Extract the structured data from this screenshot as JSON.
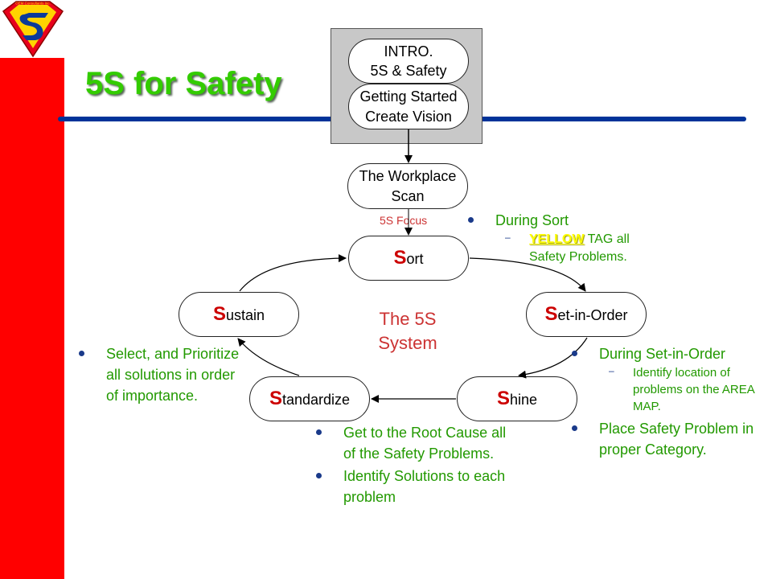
{
  "title": "5S for Safety",
  "logo": {
    "text": "OEM Consultants Inc.",
    "letter": "S",
    "colors": {
      "red": "#e8001c",
      "yellow": "#ffd400",
      "blue": "#0a3a9a"
    }
  },
  "colors": {
    "red_bar": "#ff0000",
    "title": "#33cc00",
    "blue_line": "#003399",
    "bullet_text": "#229900"
  },
  "intro_box": {
    "line1": "INTRO.",
    "line2": "5S & Safety"
  },
  "getting_started": {
    "line1": "Getting Started",
    "line2": "Create Vision"
  },
  "workplace_scan": {
    "line1": "The Workplace",
    "line2": "Scan"
  },
  "focus_label": "5S Focus",
  "center_title": {
    "line1": "The 5S",
    "line2": "System"
  },
  "steps": {
    "sort": {
      "cap": "S",
      "rest": "ort"
    },
    "set_in_order": {
      "cap": "S",
      "rest": "et-in-Order"
    },
    "shine": {
      "cap": "S",
      "rest": "hine"
    },
    "standardize": {
      "cap": "S",
      "rest": "tandardize"
    },
    "sustain": {
      "cap": "S",
      "rest": "ustain"
    }
  },
  "sort_notes": {
    "bullet": "During Sort",
    "sub_highlight": "YELLOW",
    "sub_rest": " TAG all Safety Problems."
  },
  "set_notes": {
    "bullet1": "During Set-in-Order",
    "sub1": "Identify location of problems on the AREA MAP.",
    "bullet2": "Place Safety Problem in proper Category."
  },
  "shine_notes": {
    "bullet1": "Get to the Root Cause all of the Safety Problems.",
    "bullet2": "Identify Solutions to each problem"
  },
  "sustain_notes": {
    "bullet1": "Select, and Prioritize all solutions in order of importance."
  }
}
